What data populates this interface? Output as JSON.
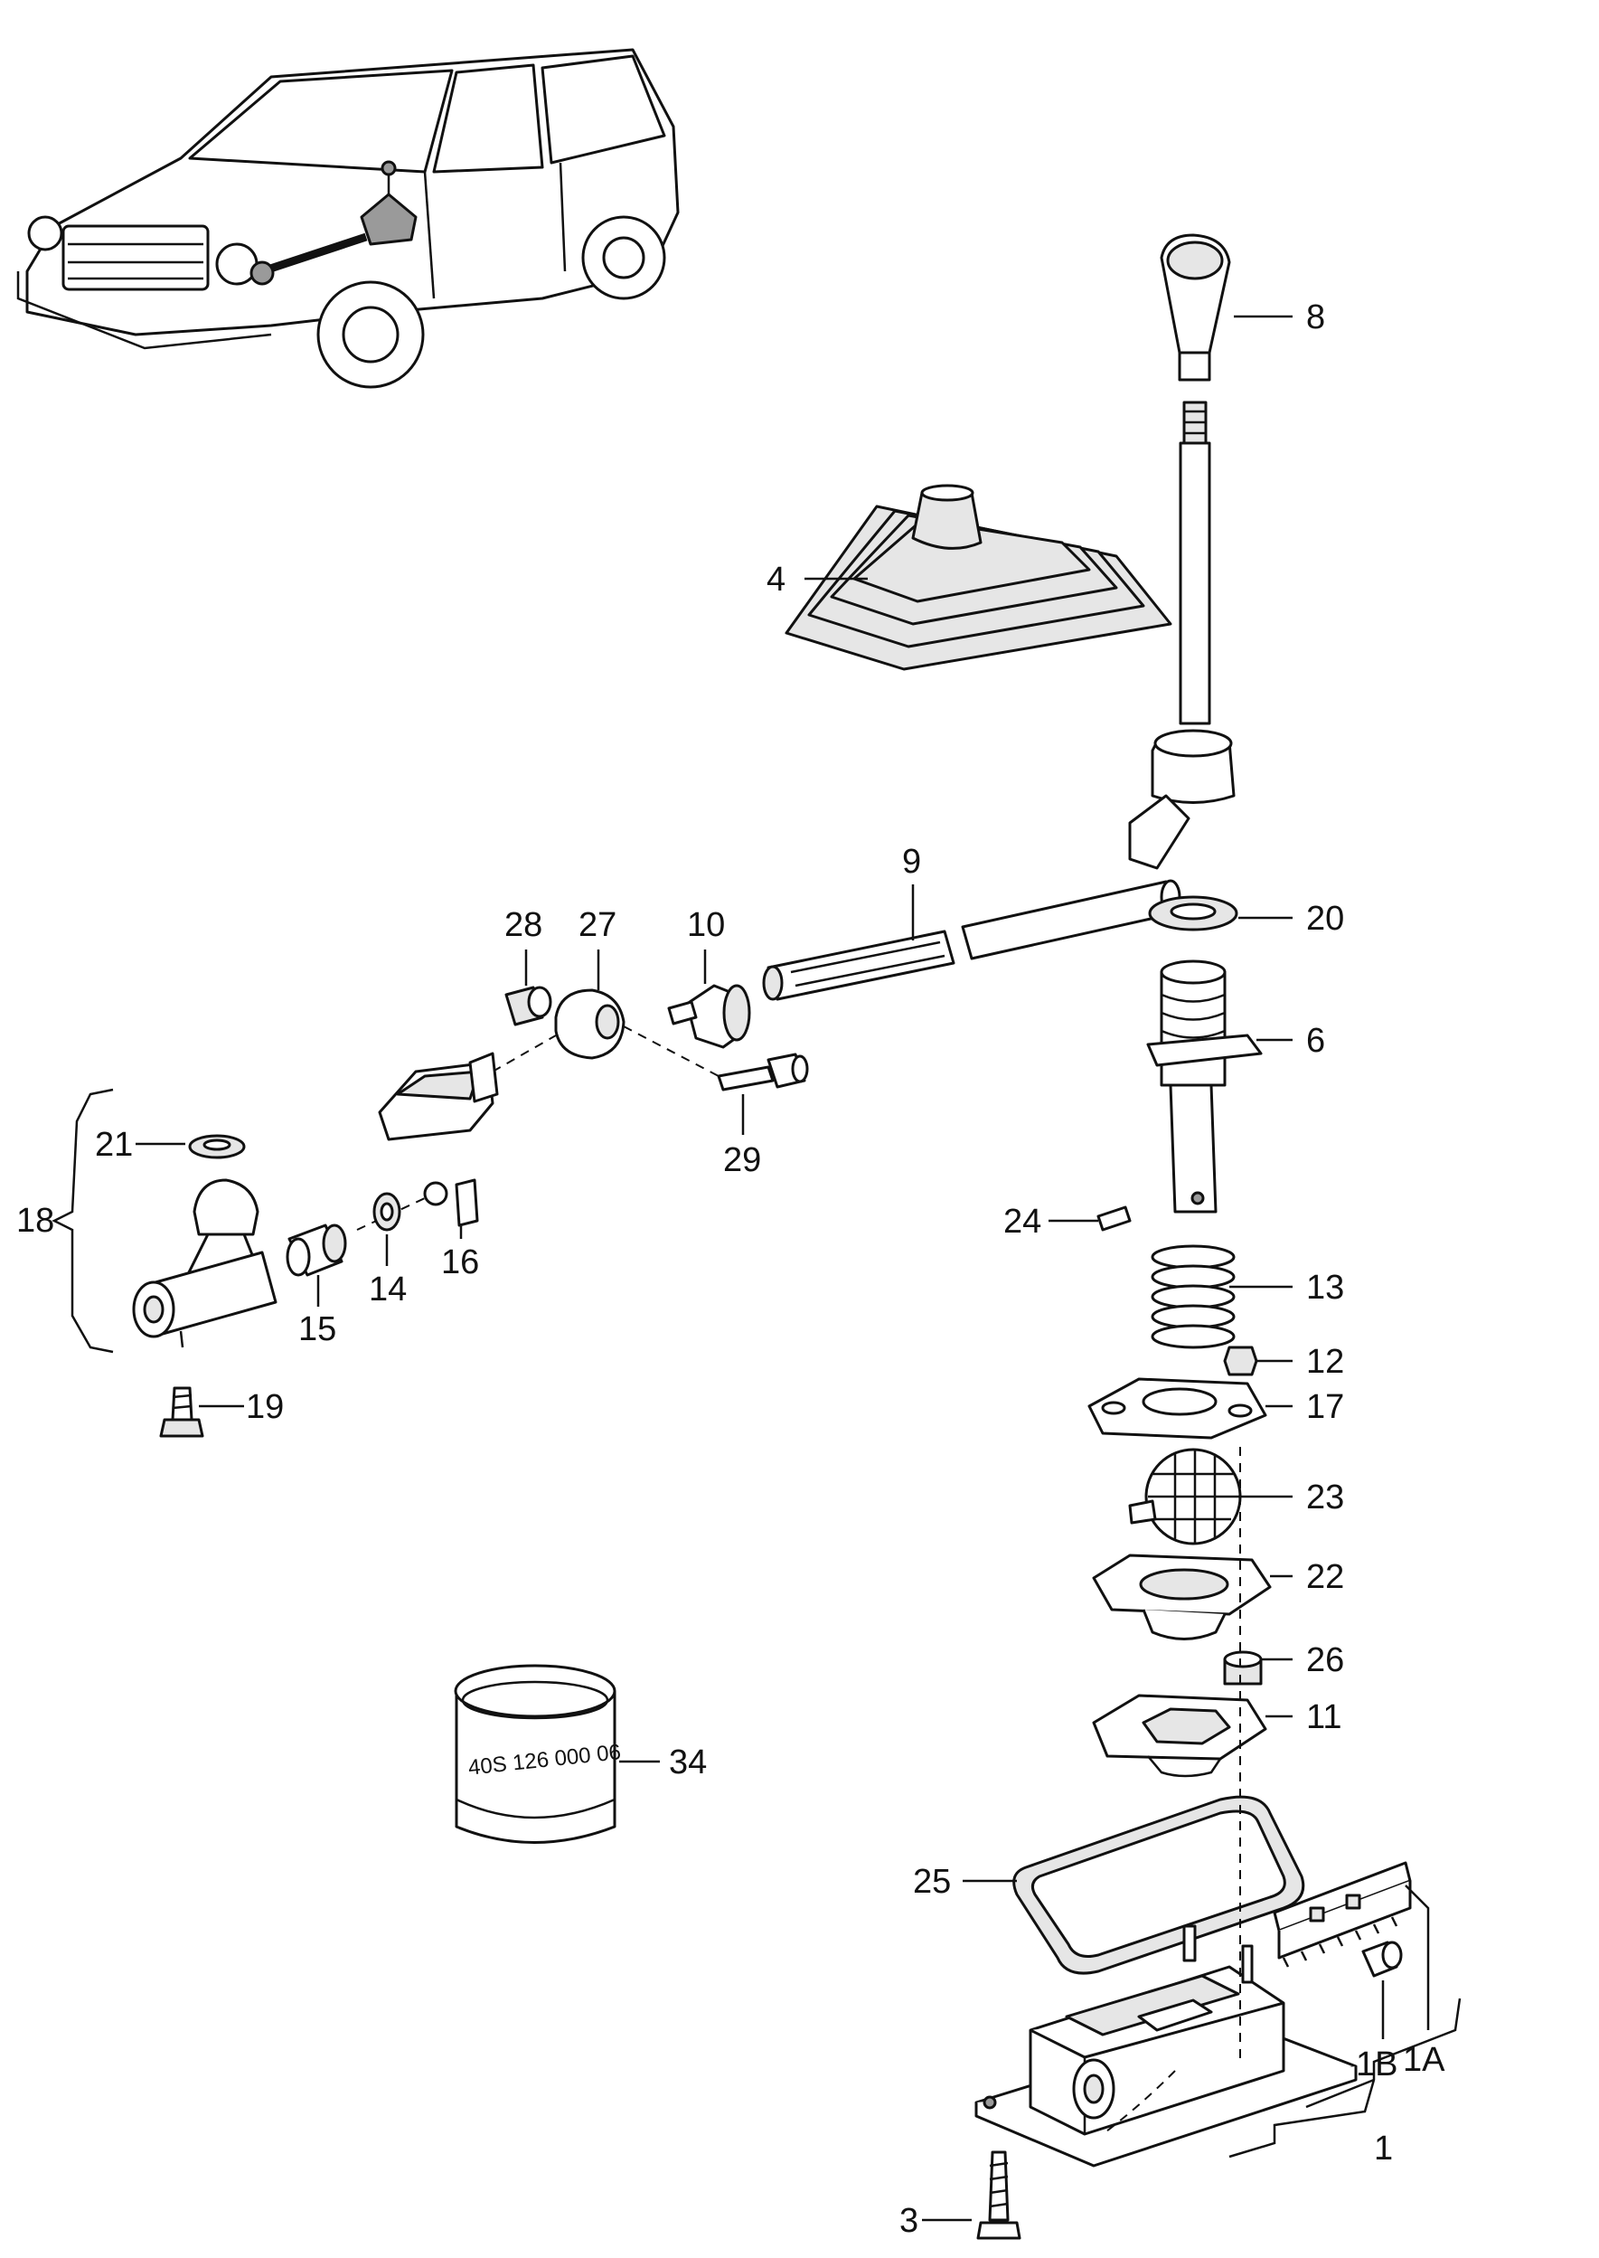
{
  "labels": {
    "l1": "1",
    "l1A": "1A",
    "l1B": "1B",
    "l3": "3",
    "l4": "4",
    "l6": "6",
    "l8": "8",
    "l9": "9",
    "l10": "10",
    "l11": "11",
    "l12": "12",
    "l13": "13",
    "l14": "14",
    "l15": "15",
    "l16": "16",
    "l17": "17",
    "l18": "18",
    "l19": "19",
    "l20": "20",
    "l21": "21",
    "l22": "22",
    "l23": "23",
    "l24": "24",
    "l25": "25",
    "l26": "26",
    "l27": "27",
    "l28": "28",
    "l29": "29",
    "l34": "34"
  },
  "grease_can_text": "40S 126 000 06"
}
